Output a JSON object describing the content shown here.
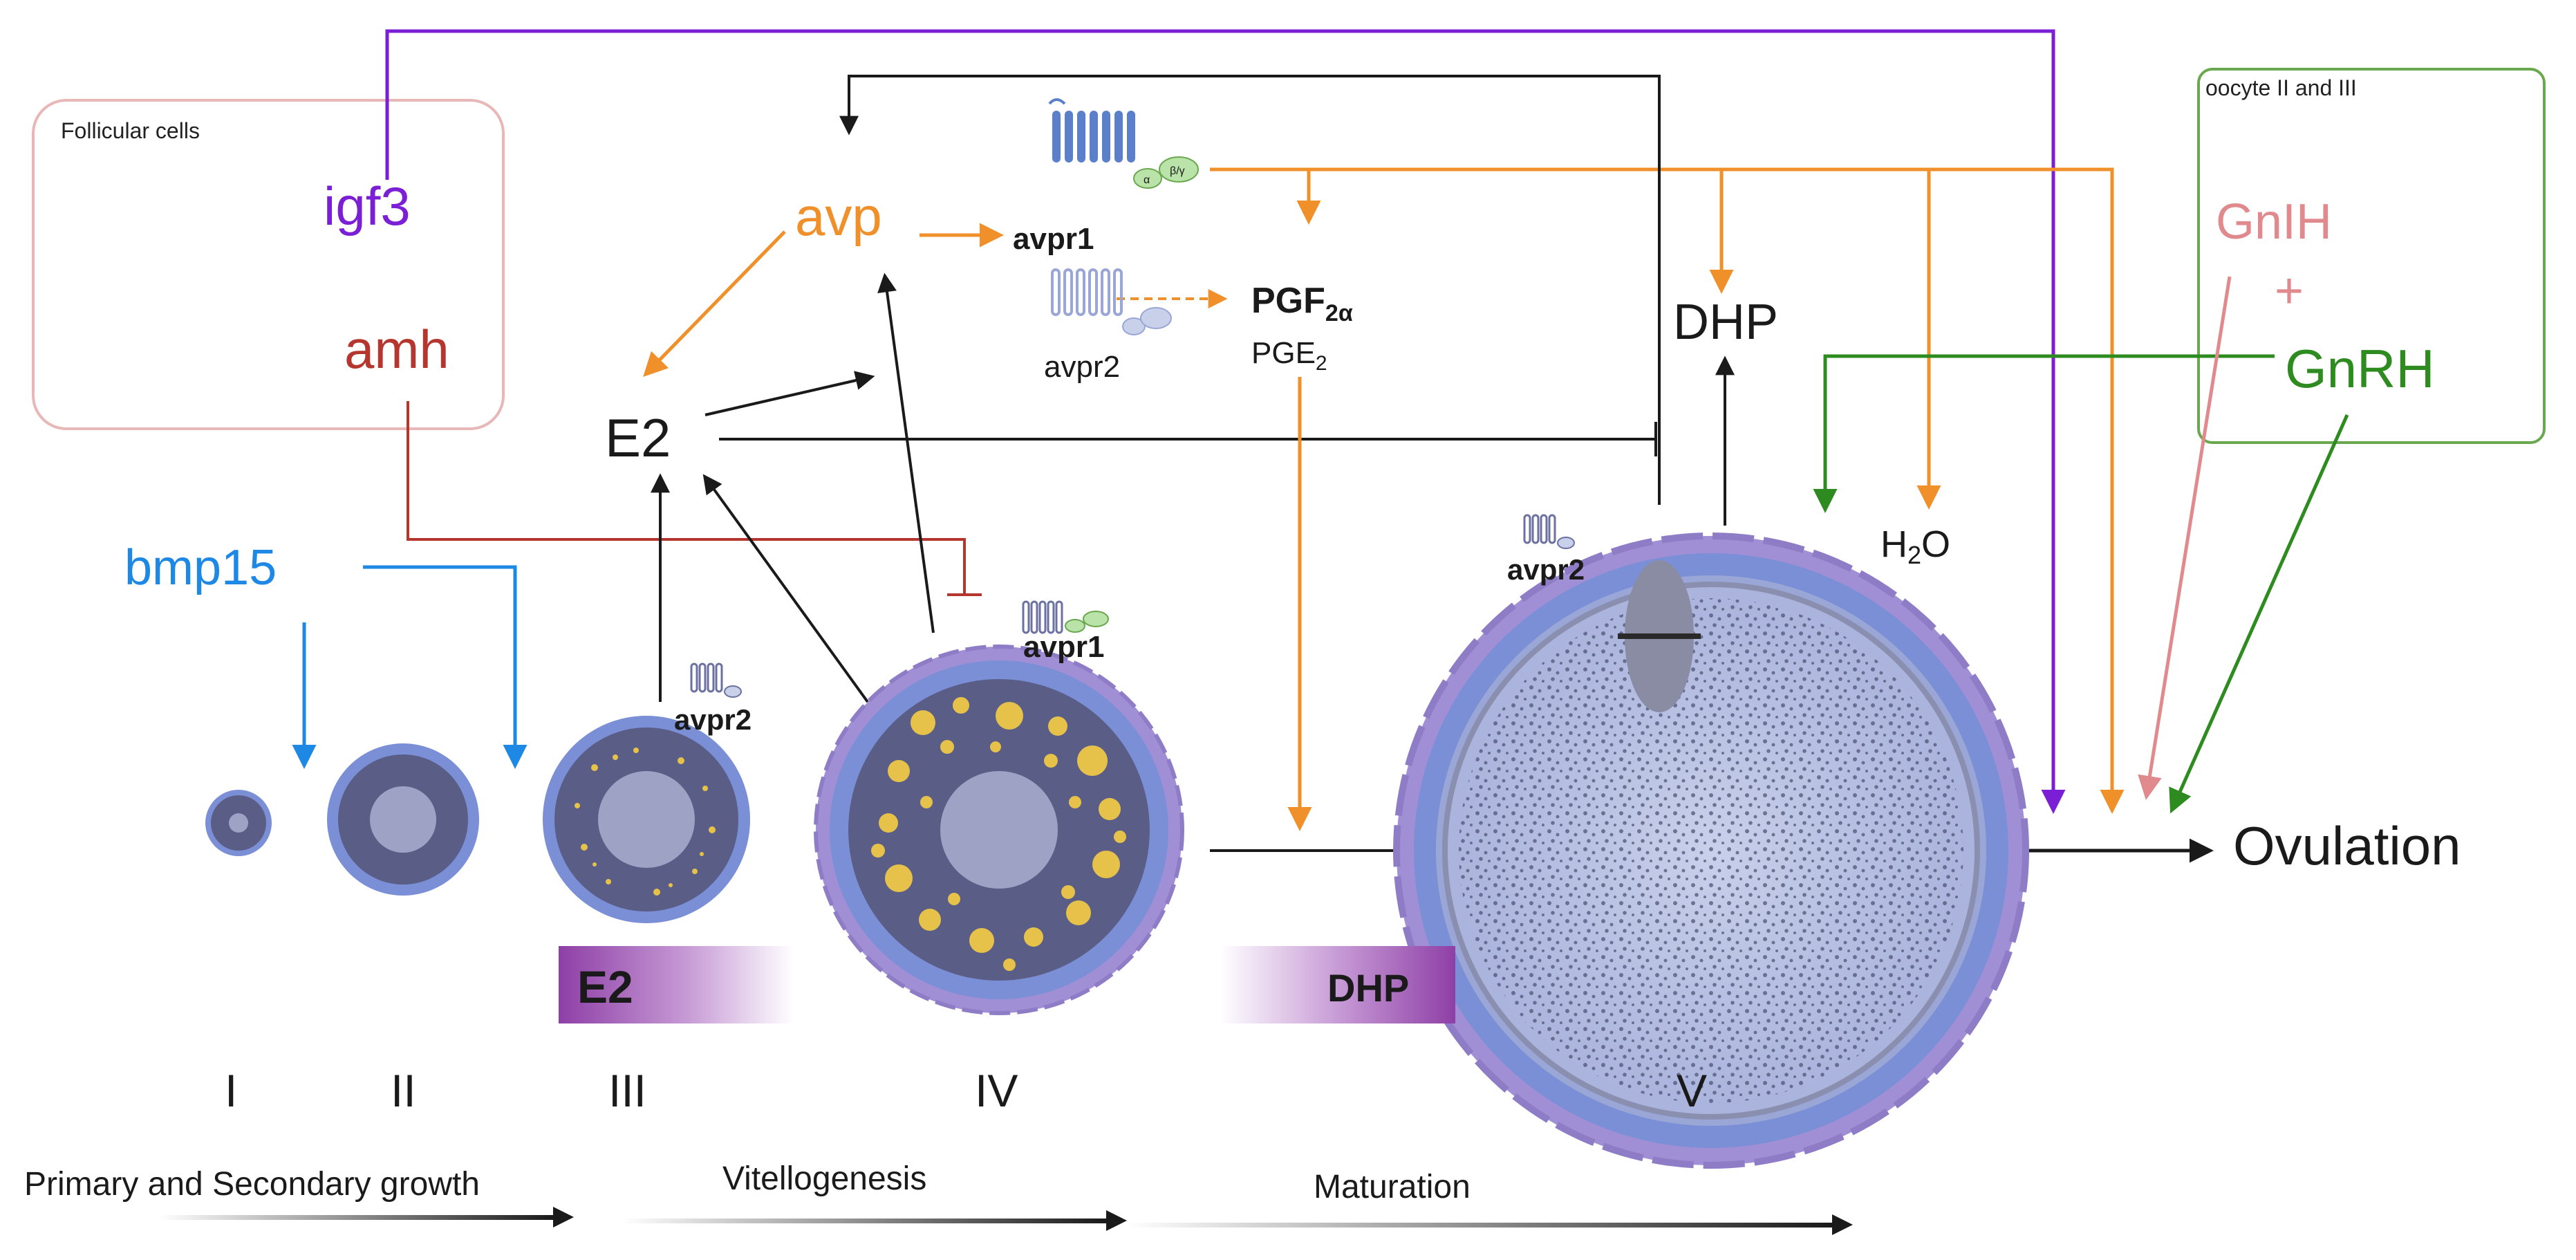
{
  "boxes": {
    "follicular": {
      "title": "Follicular cells",
      "igf3": "igf3",
      "amh": "amh"
    },
    "oocyte": {
      "title": "oocyte II and III",
      "gnih": "GnIH",
      "plus": "+",
      "gnrh": "GnRH"
    }
  },
  "factors": {
    "bmp15": "bmp15",
    "avp": "avp",
    "e2": "E2",
    "dhp": "DHP",
    "pgf": "PGF",
    "pgf_sub": "2α",
    "pge": "PGE",
    "pge_sub": "2",
    "h2o_h": "H",
    "h2o_sub": "2",
    "h2o_o": "O",
    "ovulation": "Ovulation"
  },
  "receptors": {
    "avpr1_top": "avpr1",
    "avpr2_top": "avpr2",
    "avpr2_stage3": "avpr2",
    "avpr1_stage4": "avpr1",
    "avpr2_stage5": "avpr2",
    "alpha": "α",
    "betagamma": "β/γ"
  },
  "bars": {
    "e2": "E2",
    "dhp": "DHP"
  },
  "stages": [
    "I",
    "II",
    "III",
    "IV",
    "V"
  ],
  "phases": [
    "Primary and Secondary growth",
    "Vitellogenesis",
    "Maturation"
  ],
  "colors": {
    "purple": "#7b1fd6",
    "orange": "#f0902a",
    "blue": "#1e88e5",
    "brown": "#b5362e",
    "pink": "#e08a8e",
    "green": "#2e8b1f",
    "black": "#1a1a1a",
    "oocyte_outer": "#7b8fd6",
    "oocyte_inner": "#5a5e86",
    "yolk": "#e6c24a",
    "follicle": "#a18fd6"
  }
}
